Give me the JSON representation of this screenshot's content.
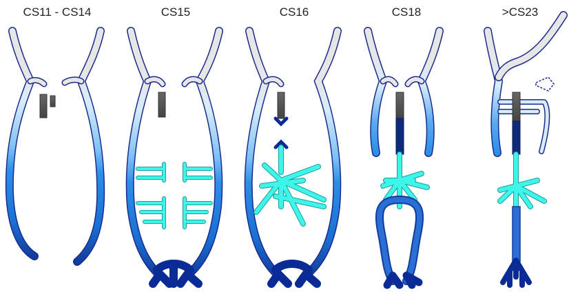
{
  "stages": [
    {
      "label": "CS11 - CS14"
    },
    {
      "label": "CS15"
    },
    {
      "label": "CS16"
    },
    {
      "label": "CS18"
    },
    {
      "label": ">CS23"
    }
  ],
  "colors": {
    "vessel_top": "#e6e6e6",
    "vessel_mid": "#cfe8fa",
    "vessel_blue": "#1e90ff",
    "vessel_deep": "#0a2a96",
    "cyan": "#3ef5ea",
    "stump": "#555555",
    "outline": "#1b2a8a"
  }
}
